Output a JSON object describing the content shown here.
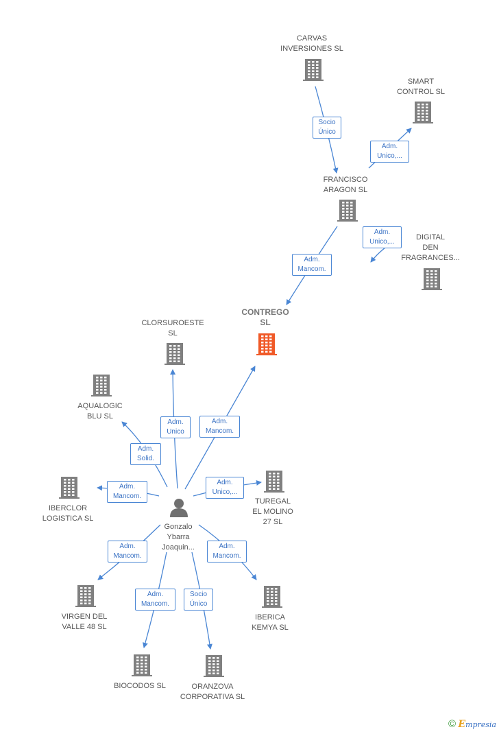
{
  "colors": {
    "edge": "#4a86d4",
    "building": "#808080",
    "highlight": "#f05a28",
    "person": "#707070"
  },
  "center_person": {
    "label": "Gonzalo\nYbarra\nJoaquin..."
  },
  "companies": {
    "carvas": "CARVAS\nINVERSIONES SL",
    "smart": "SMART\nCONTROL  SL",
    "francisco": "FRANCISCO\nARAGON SL",
    "digital": "DIGITAL\nDEN\nFRAGRANCES...",
    "contrego": "CONTREGO\nSL",
    "clorsur": "CLORSUROESTE\nSL",
    "aqualogic": "AQUALOGIC\nBLU  SL",
    "iberclor": "IBERCLOR\nLOGISTICA  SL",
    "turegal": "TUREGAL\nEL MOLINO\n27  SL",
    "virgen": "VIRGEN DEL\nVALLE 48  SL",
    "iberica": "IBERICA\nKEMYA  SL",
    "biocodos": "BIOCODOS SL",
    "oranzova": "ORANZOVA\nCORPORATIVA SL"
  },
  "relations": {
    "carvas_francisco": "Socio\nÚnico",
    "francisco_smart": "Adm.\nUnico,...",
    "francisco_digital": "Adm.\nUnico,...",
    "francisco_contrego": "Adm.\nMancom.",
    "person_contrego": "Adm.\nMancom.",
    "person_clorsur": "Adm.\nUnico",
    "person_aqualogic": "Adm.\nSolid.",
    "person_iberclor": "Adm.\nMancom.",
    "person_turegal": "Adm.\nUnico,...",
    "person_virgen": "Adm.\nMancom.",
    "person_iberica": "Adm.\nMancom.",
    "person_biocodos": "Adm.\nMancom.",
    "person_oranzova": "Socio\nÚnico"
  },
  "footer": {
    "copyright": "©",
    "brand_initial": "E",
    "brand_rest": "mpresia"
  }
}
